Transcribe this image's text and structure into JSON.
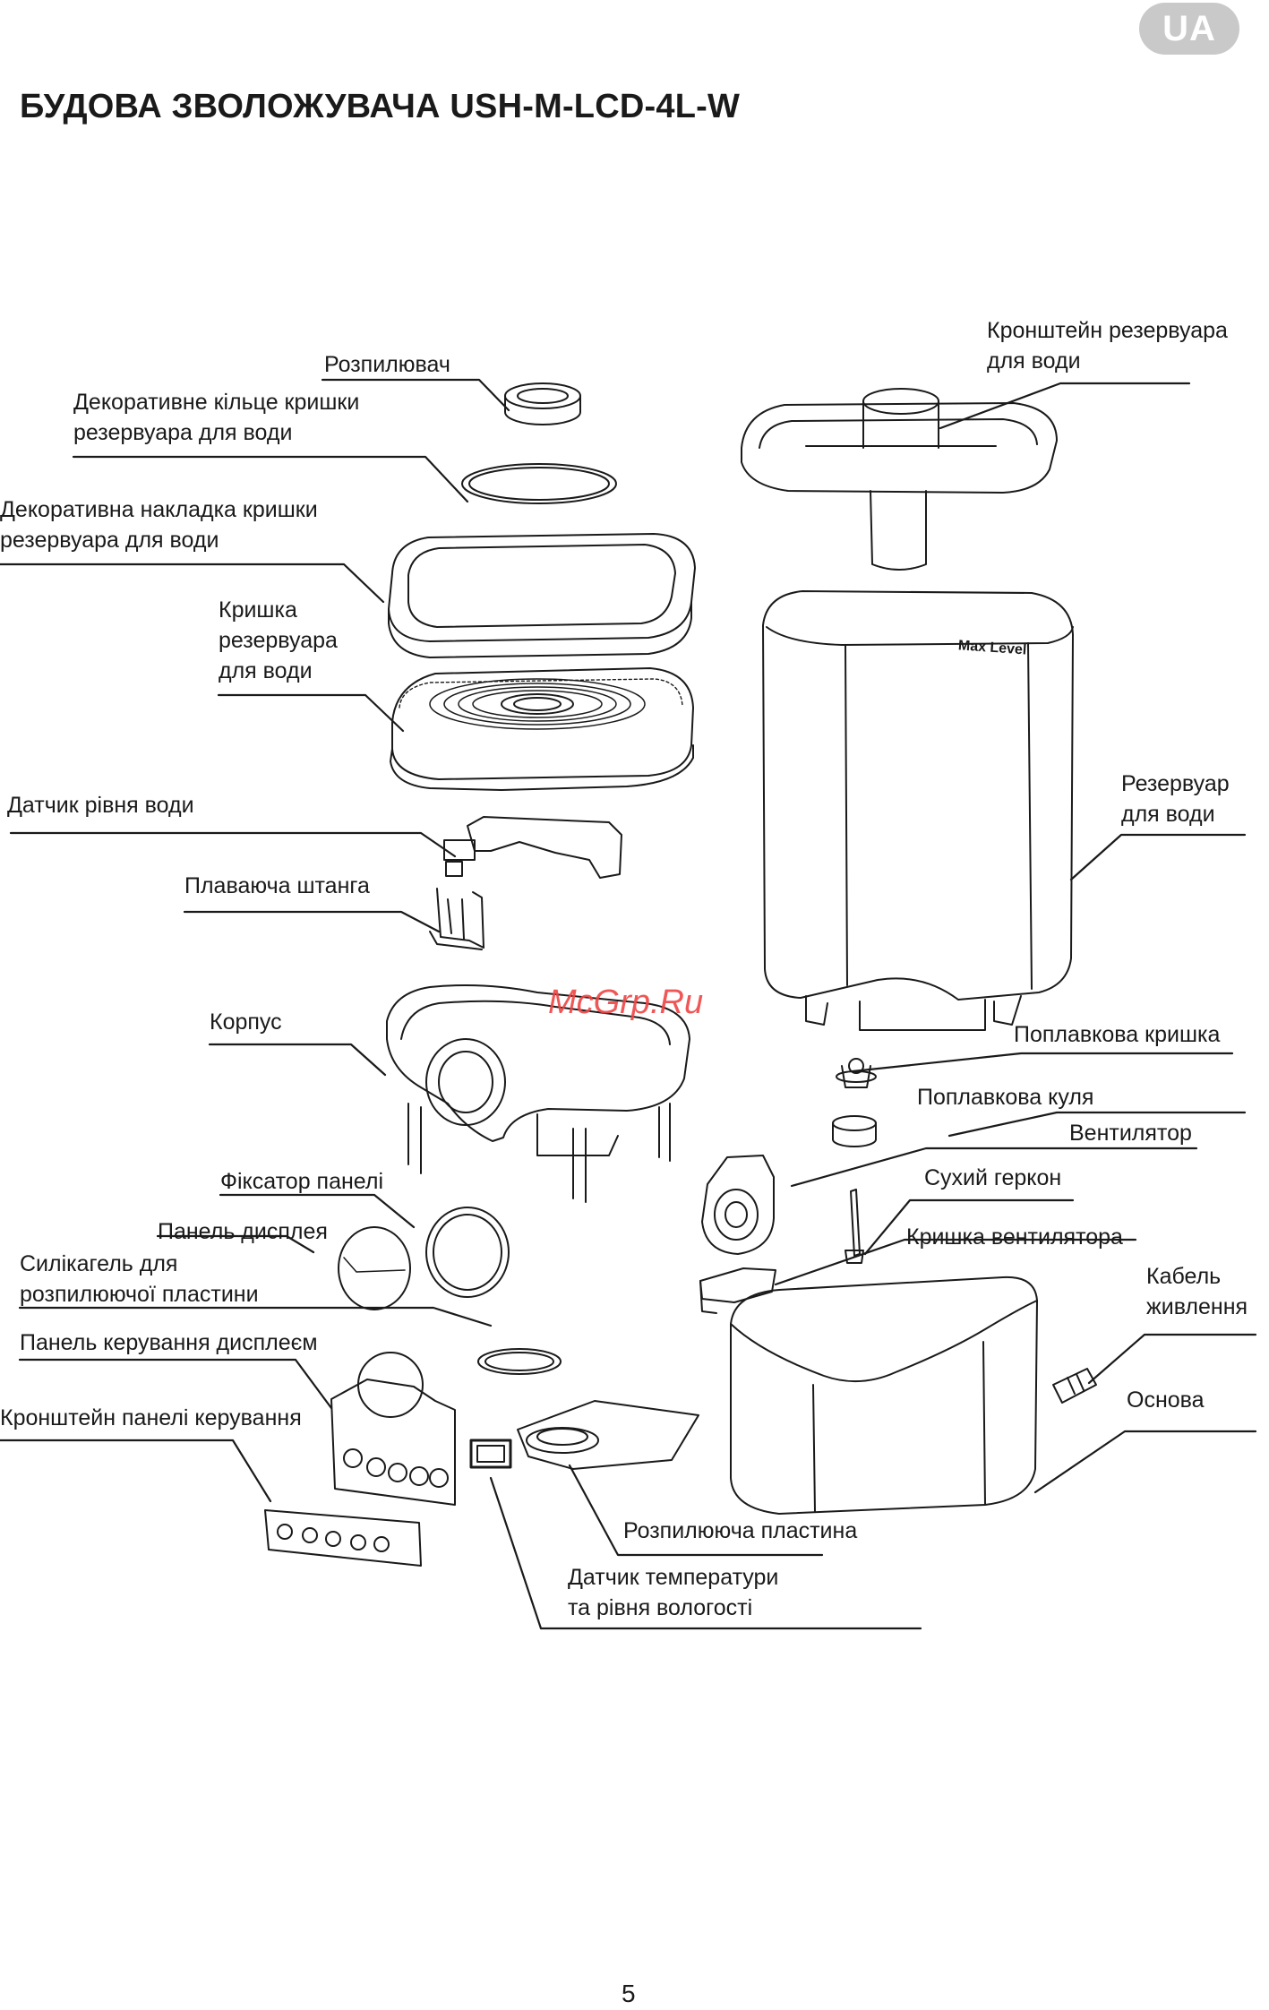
{
  "badge": "UA",
  "title": "БУДОВА ЗВОЛОЖУВАЧА USH-M-LCD-4L-W",
  "tank_marking": "Max Level",
  "watermark": "McGrp.Ru",
  "labels": {
    "sprayer": "Розпилювач",
    "ring_line1": "Декоративне кільце кришки",
    "ring_line2": "резервуара для води",
    "overlay_line1": "Декоративна накладка кришки",
    "overlay_line2": "резервуара для води",
    "cover_line1": "Кришка",
    "cover_line2": "резервуара",
    "cover_line3": "для води",
    "level_sensor": "Датчик рівня води",
    "float_rod": "Плаваюча штанга",
    "housing": "Корпус",
    "panel_lock": "Фіксатор панелі",
    "display_panel": "Панель дисплея",
    "silica_line1": "Силікагель для",
    "silica_line2": "розпилюючої пластини",
    "control_panel": "Панель керування дисплеєм",
    "panel_bracket": "Кронштейн панелі керування",
    "tank_bracket_line1": "Кронштейн резервуара",
    "tank_bracket_line2": "для води",
    "tank_line1": "Резервуар",
    "tank_line2": "для води",
    "float_cover": "Поплавкова кришка",
    "float_ball": "Поплавкова куля",
    "fan": "Вентилятор",
    "reed_switch": "Сухий геркон",
    "fan_cover": "Кришка вентилятора",
    "cable_line1": "Кабель",
    "cable_line2": "живлення",
    "base": "Основа",
    "atomizer": "Розпилююча пластина",
    "temp_sensor_line1": "Датчик температури",
    "temp_sensor_line2": "та рівня вологості"
  },
  "page_number": "5"
}
